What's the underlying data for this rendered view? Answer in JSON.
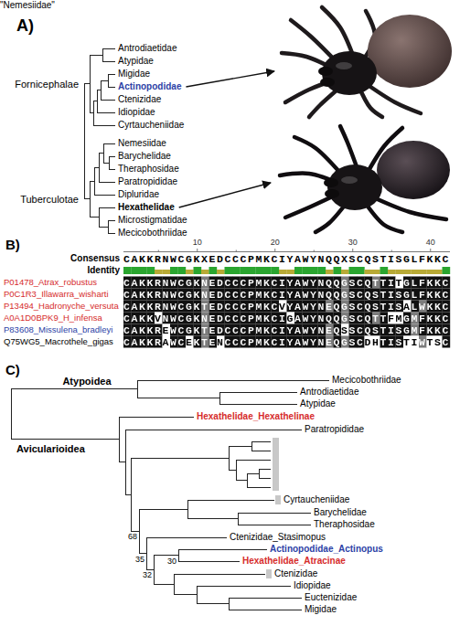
{
  "diagram": {
    "labels": [
      "A)",
      "Fornicephalae",
      "Tuberculotae",
      "Antrodiaetidae",
      "Atypidae",
      "Migidae",
      "Actinopodidae",
      "Ctenizidae",
      "Idiopidae",
      "Cyrtaucheniidae",
      "Nemesiidae",
      "Barychelidae",
      "Theraphosidae",
      "Paratropididae",
      "Dipluridae",
      "Hexathelidae",
      "Microstigmatidae",
      "Mecicobothriidae",
      "B)",
      "10",
      "20",
      "30",
      "40",
      "Consensus",
      "CAKKRNWCGKXEDCCCPMKCIYAWYNQQXSCQSTISGLFKKC",
      "Identity",
      "P01478_Atrax_robustus",
      "CAKKRNWCGKNEDCCCPMKCIYAWYNQQGSCQTTITGLFKKC",
      "P0C1R3_Illawarra_wisharti",
      "CAKKRNWCGKNEDCCCPMKCIYAWYNQQGSCQSTISGLFKKC",
      "P13494_Hadronyche_versuta",
      "CAKKRNWCGKTEDCCCPMKCVYAWYNEQGSCQSTISALWKKC",
      "A0A1D0BPK9_H_infensa",
      "CAKKVNWCGKNEDCCCPMKCIGAWYNQQGSCQTTFMGMFKKC",
      "P83608_Missulena_bradleyi",
      "CAKKREWCGKTEDCCCPMKCIYAWYNEQSSCQSTISGMFKKC",
      "Q75WG5_Macrothele_gigas",
      "CAKKRAWCEKTENCCCPMKCIYAWYNEQGSCDHTISTIWTSC",
      "C)",
      "Atypoidea",
      "Avicularioidea",
      "Mecicobothriidae",
      "Antrodiaetidae",
      "Atypidae",
      "Hexathelidae_Hexathelinae",
      "Paratropididae",
      "\"Nemesiidae\"",
      "Cyrtaucheniidae",
      "Barychelidae",
      "Theraphosidae",
      "Ctenizidae_Stasimopus",
      "Actinopodidae_Actinopus",
      "Hexathelidae_Atracinae",
      "Ctenizidae",
      "Idiopidae",
      "Euctenizidae",
      "Migidae",
      "68",
      "35",
      "30",
      "32"
    ]
  }
}
